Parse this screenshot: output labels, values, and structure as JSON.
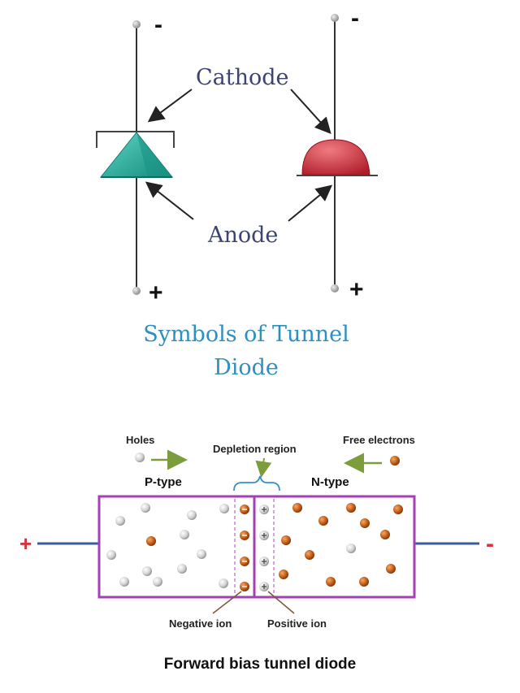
{
  "symbols": {
    "cathode_label": "Cathode",
    "anode_label": "Anode",
    "minus_sign": "-",
    "plus_sign": "+",
    "title_line1": "Symbols of Tunnel",
    "title_line2": "Diode"
  },
  "forward_bias": {
    "holes_label": "Holes",
    "depletion_label": "Depletion region",
    "free_electrons_label": "Free electrons",
    "p_type_label": "P-type",
    "n_type_label": "N-type",
    "negative_ion_label": "Negative ion",
    "positive_ion_label": "Positive ion",
    "left_terminal": "+",
    "right_terminal": "-",
    "caption": "Forward bias tunnel diode"
  },
  "colors": {
    "teal_diode": "#2bb5a5",
    "red_diode": "#d23a44",
    "box_border": "#a43fb5",
    "electron": "#c8641e",
    "hole": "#e0e0e0",
    "plus_terminal": "#d8333a",
    "arrow_green": "#7d9c3c"
  }
}
